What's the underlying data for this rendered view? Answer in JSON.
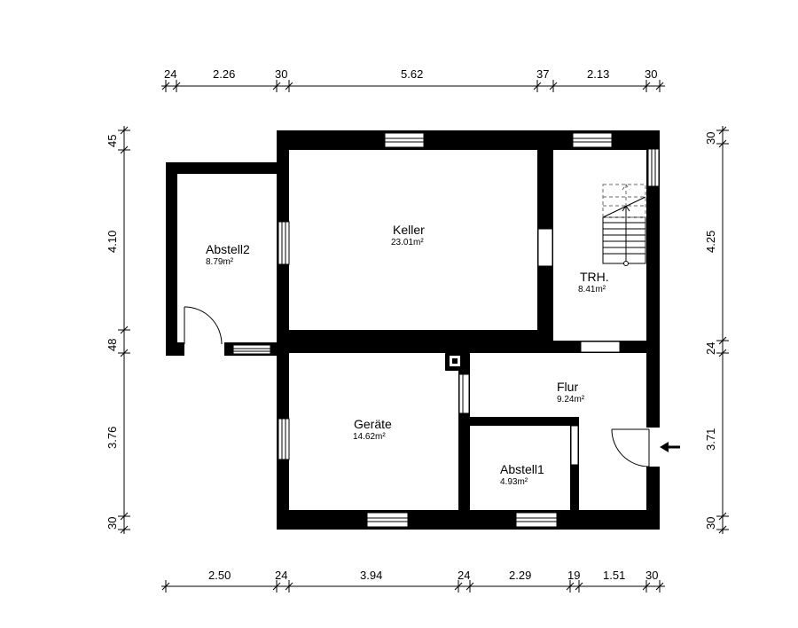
{
  "rooms": {
    "keller": {
      "name": "Keller",
      "area": "23.01m²"
    },
    "abstell2": {
      "name": "Abstell2",
      "area": "8.79m²"
    },
    "trh": {
      "name": "TRH.",
      "area": "8.41m²"
    },
    "flur": {
      "name": "Flur",
      "area": "9.24m²"
    },
    "geraete": {
      "name": "Geräte",
      "area": "14.62m²"
    },
    "abstell1": {
      "name": "Abstell1",
      "area": "4.93m²"
    }
  },
  "dimensions": {
    "top": [
      "24",
      "2.26",
      "30",
      "5.62",
      "37",
      "2.13",
      "30"
    ],
    "bottom": [
      "2.50",
      "24",
      "3.94",
      "24",
      "2.29",
      "19",
      "1.51",
      "30"
    ],
    "left": [
      "45",
      "4.10",
      "48",
      "3.76",
      "30"
    ],
    "right": [
      "30",
      "4.25",
      "24",
      "3.71",
      "30"
    ]
  },
  "entrance_icon": "arrow-left-icon"
}
